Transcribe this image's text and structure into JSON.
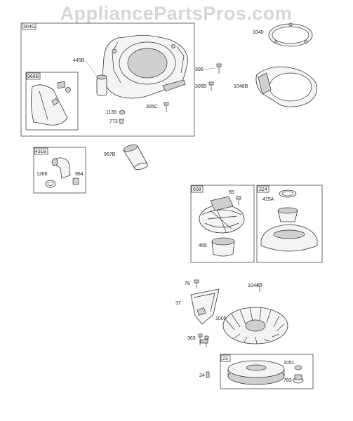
{
  "watermark": "AppliancePartsPros.com",
  "groups": {
    "g304G": "304G",
    "g968B": "968B",
    "g431B": "431B",
    "g608": "608",
    "g324": "324",
    "g23": "23"
  },
  "parts": {
    "p1040": "1040",
    "p445B": "445B",
    "p305": "305",
    "p305B": "305B",
    "p1040B": "1040B",
    "p305C": "305C",
    "p1139": "1139",
    "p773": "773",
    "p967B": "967B",
    "p1266": "1266",
    "p964": "964",
    "p65": "65",
    "p415A": "415A",
    "p455": "455",
    "p78": "78",
    "p1044": "1044",
    "p37": "37",
    "p1005": "1005",
    "p363": "363",
    "p24": "24",
    "p1051": "1051",
    "p783": "783"
  }
}
